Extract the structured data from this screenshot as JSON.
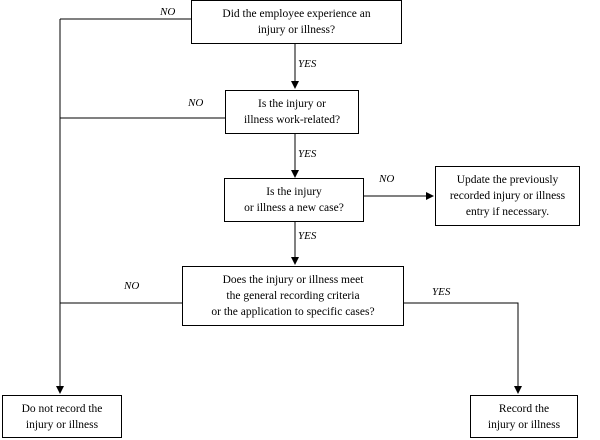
{
  "nodes": {
    "q_injury": "Did the employee experience an\ninjury or illness?",
    "q_work_related": "Is the injury or\nillness work-related?",
    "q_new_case": "Is the injury\nor illness a new case?",
    "update_entry": "Update the previously\nrecorded injury or illness\nentry if necessary.",
    "q_criteria": "Does the injury or illness meet\nthe general recording criteria\nor the application to specific cases?",
    "do_not_record": "Do not record the\ninjury or illness",
    "record": "Record the\ninjury or illness"
  },
  "edge_labels": {
    "no_1": "NO",
    "yes_1": "YES",
    "no_2": "NO",
    "yes_2": "YES",
    "no_3": "NO",
    "yes_3": "YES",
    "no_4": "NO",
    "yes_4": "YES"
  }
}
